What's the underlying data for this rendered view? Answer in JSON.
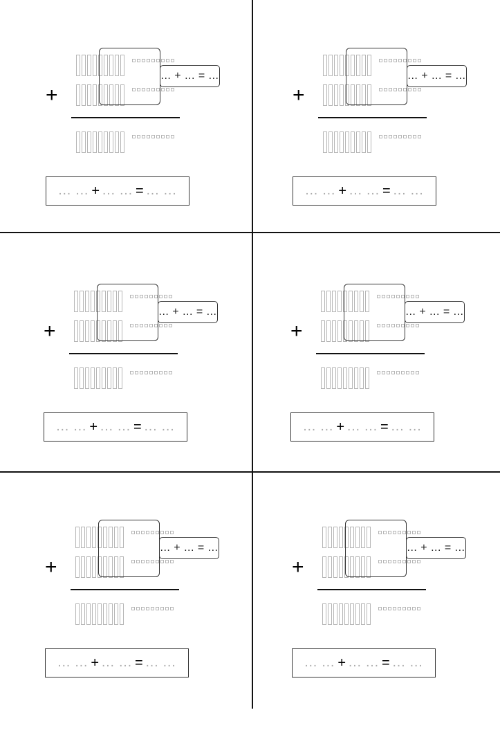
{
  "worksheet": {
    "cards": [
      {
        "id": 1
      },
      {
        "id": 2
      },
      {
        "id": 3
      },
      {
        "id": 4
      },
      {
        "id": 5
      },
      {
        "id": 6
      }
    ],
    "plus_symbol": "+",
    "mini_equation": "... + ... = ...",
    "answer": {
      "blank1": "... ...",
      "plus": "+",
      "blank2": "... ...",
      "equals": "=",
      "blank3": "... ..."
    },
    "tens_per_row": 9,
    "units_per_row": 9,
    "colors": {
      "line": "#111111",
      "placeholder": "#aaaaaa",
      "manipulative": "#b5b5b5"
    }
  }
}
